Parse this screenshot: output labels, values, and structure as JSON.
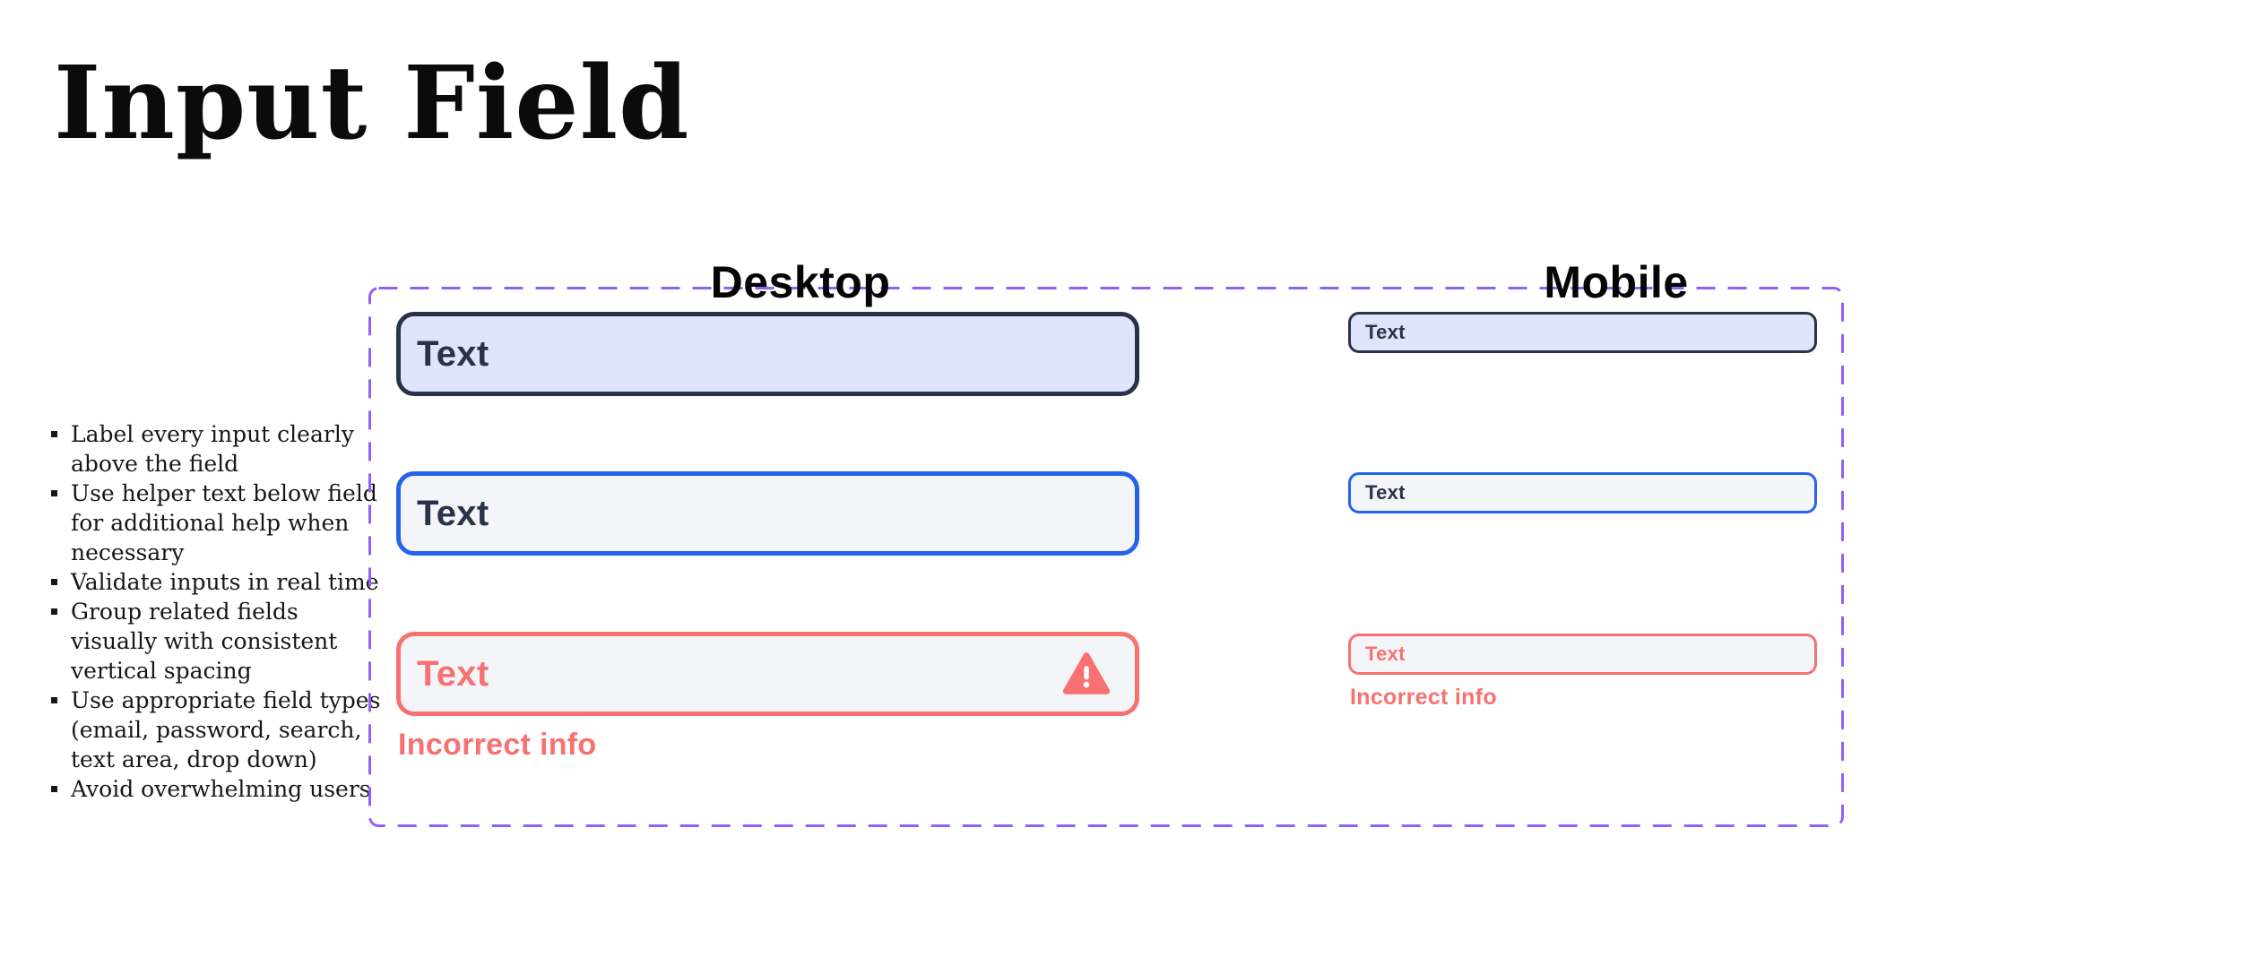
{
  "page": {
    "title": "Input Field"
  },
  "guidelines": {
    "items": [
      "Label every input clearly above the field",
      "Use helper text below field for additional help when necessary",
      "Validate inputs in real time",
      "Group related fields visually with consistent vertical spacing",
      "Use appropriate field types (email, password, search, text area, drop down)",
      "Avoid overwhelming users"
    ]
  },
  "panel": {
    "desktop": {
      "heading": "Desktop",
      "fields": [
        {
          "value": "Text",
          "state": "default"
        },
        {
          "value": "Text",
          "state": "focused"
        },
        {
          "value": "Text",
          "state": "error",
          "icon": "warning-triangle-icon"
        }
      ],
      "error_message": "Incorrect info"
    },
    "mobile": {
      "heading": "Mobile",
      "fields": [
        {
          "value": "Text",
          "state": "default"
        },
        {
          "value": "Text",
          "state": "focused"
        },
        {
          "value": "Text",
          "state": "error"
        }
      ],
      "error_message": "Incorrect info"
    }
  },
  "colors": {
    "ink_navy": "#2a3249",
    "field_lavender": "#dfe5fa",
    "field_gray": "#f3f5f9",
    "focus_blue": "#2563eb",
    "error_red": "#f87171",
    "panel_purple": "#9260f7",
    "text_black": "#0b0b0b"
  }
}
